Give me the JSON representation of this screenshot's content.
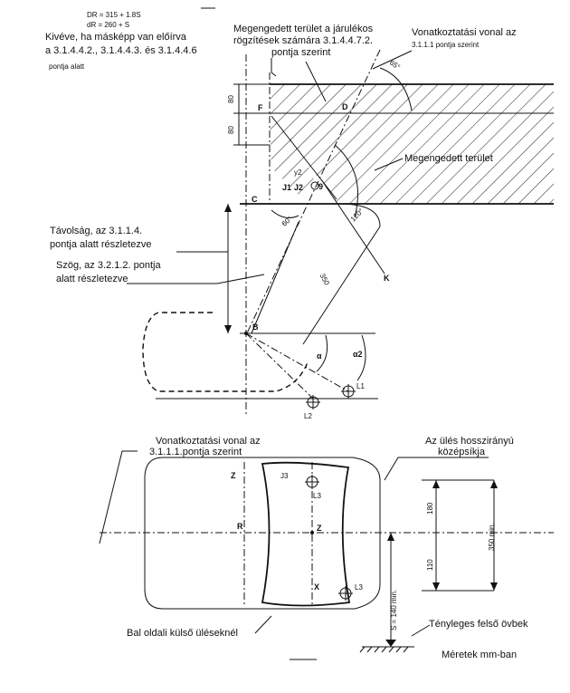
{
  "header": {
    "formula_1": "DR = 315 + 1.8S",
    "formula_2": "dR = 260 + S",
    "exception_line_1": "Kivéve, ha másképp van előírva",
    "exception_line_2": "a 3.1.4.4.2., 3.1.4.4.3. és 3.1.4.4.6",
    "exception_line_3": "pontja alatt"
  },
  "labels": {
    "allowed_area_anchorages_1": "Megengedett terület a járulékos",
    "allowed_area_anchorages_2": "rögzítések számára 3.1.4.4.7.2.",
    "allowed_area_anchorages_3": "pontja szerint",
    "reference_line_top_1": "Vonatkoztatási vonal az",
    "reference_line_top_2": "3.1.1.1 pontja szerint",
    "allowed_area": "Megengedett terület",
    "distance_1": "Távolság, az 3.1.1.4.",
    "distance_2": "pontja alatt részletezve",
    "angle_1": "Szög, az 3.2.1.2. pontja",
    "angle_2": "alatt részletezve",
    "reference_line_bottom_1": "Vonatkoztatási vonal az",
    "reference_line_bottom_2": "3.1.1.1.pontja szerint",
    "seat_centerline_1": "Az ülés hosszirányú",
    "seat_centerline_2": "középsíkja",
    "left_outer_seats": "Bal oldali külső üléseknél",
    "floor": "Tényleges felső övbek",
    "units": "Méretek mm-ban"
  },
  "points": {
    "F": "F",
    "D": "D",
    "C": "C",
    "B": "B",
    "R": "R",
    "Z": "Z",
    "X": "X",
    "K": "K",
    "J1": "J1",
    "J2": "J2",
    "J3": "J3",
    "L1": "L1",
    "L2": "L2",
    "L3": "L3",
    "alpha": "α",
    "alpha2": "α2"
  },
  "dimensions": {
    "d80_top": "80",
    "d80_mid": "80",
    "angle_65": "65°",
    "angle_120": "120°",
    "angle_60": "60°",
    "length_350": "350",
    "y2": "y2",
    "d180": "180",
    "d110": "110",
    "d350_min": "350 min.",
    "s_min": "S = 140 min."
  },
  "colors": {
    "ink": "#111111",
    "paper": "#ffffff",
    "hatch": "#222222"
  }
}
